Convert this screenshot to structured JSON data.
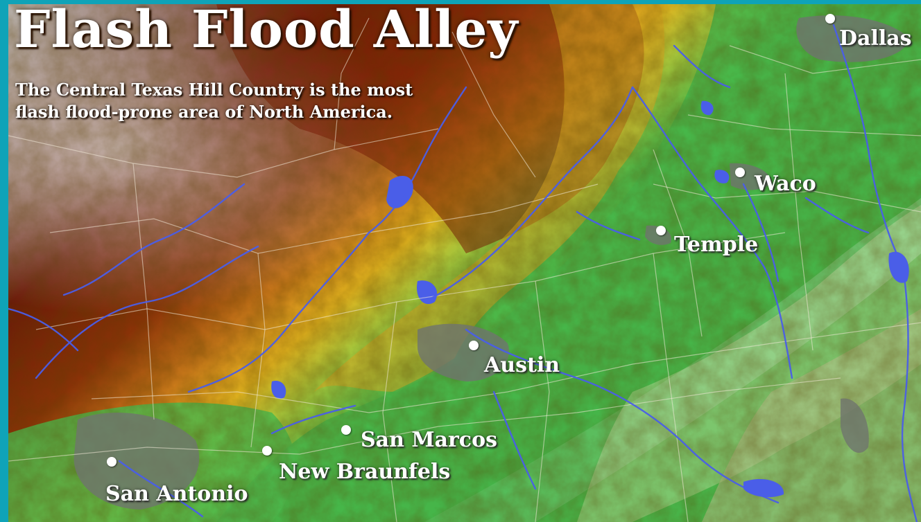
{
  "title": "Flash Flood Alley",
  "subtitle": {
    "line1": "The Central Texas Hill Country is the most",
    "line2": "flash flood-prone area of North America."
  },
  "cities": [
    {
      "id": "dallas",
      "name": "Dallas"
    },
    {
      "id": "waco",
      "name": "Waco"
    },
    {
      "id": "temple",
      "name": "Temple"
    },
    {
      "id": "austin",
      "name": "Austin"
    },
    {
      "id": "san-marcos",
      "name": "San Marcos"
    },
    {
      "id": "new-braunfels",
      "name": "New Braunfels"
    },
    {
      "id": "san-antonio",
      "name": "San Antonio"
    }
  ],
  "colors": {
    "frame": "#0fa3b8",
    "river": "#4a5ee8",
    "high_elevation": "#6b1a08",
    "mid_elevation": "#d8a020",
    "low_elevation": "#3fb84a",
    "urban": "#6f746e"
  }
}
